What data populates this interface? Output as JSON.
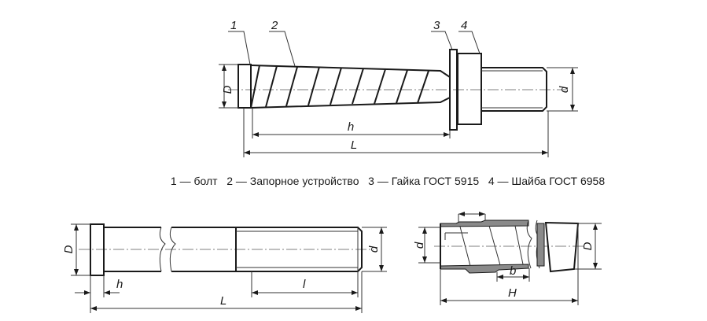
{
  "top_figure": {
    "callouts": [
      "1",
      "2",
      "3",
      "4"
    ],
    "dims": {
      "D": "D",
      "d": "d",
      "h": "h",
      "L": "L"
    }
  },
  "caption": "1 — болт   2 — Запорное устройство   3 — Гайка ГОСТ 5915   4 — Шайба ГОСТ 6958",
  "bolt_figure": {
    "dims": {
      "D": "D",
      "d": "d",
      "h": "h",
      "L": "L",
      "l": "l"
    }
  },
  "sleeve_figure": {
    "dims": {
      "d": "d",
      "D": "D",
      "b": "b",
      "H": "H"
    }
  }
}
